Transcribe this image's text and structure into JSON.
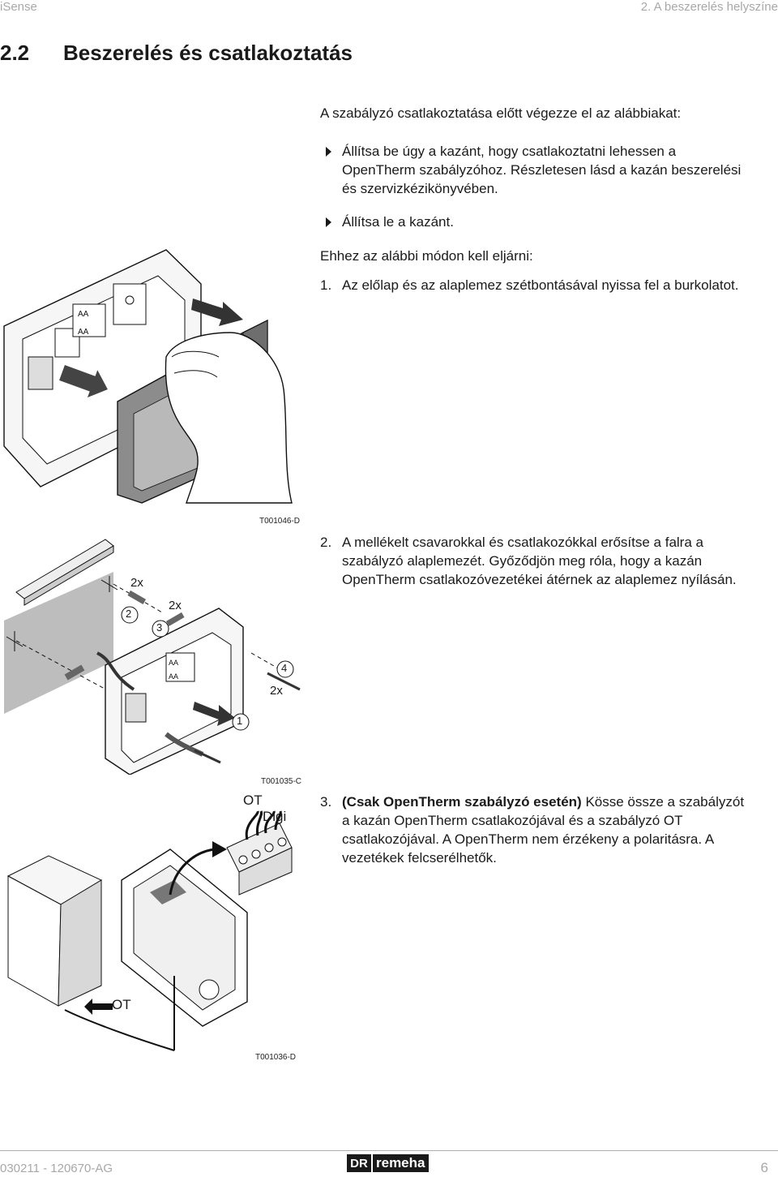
{
  "header": {
    "left": "iSense",
    "right": "2.  A beszerelés helyszíne"
  },
  "section": {
    "number": "2.2",
    "title": "Beszerelés és csatlakoztatás"
  },
  "intro": "A szabályzó csatlakoztatása előtt végezze el az alábbiakat:",
  "bullets": [
    {
      "lines": [
        "Állítsa be úgy a kazánt, hogy csatlakoztatni lehessen a",
        "OpenTherm szabályzóhoz. Részletesen lásd a kazán beszerelési",
        "és szervizkézikönyvében."
      ]
    },
    {
      "lines": [
        "Állítsa le a kazánt."
      ]
    }
  ],
  "procedure_intro": "Ehhez az alábbi módon kell eljárni:",
  "steps": [
    {
      "number": "1.",
      "lines": [
        "Az előlap és az alaplemez szétbontásával nyissa fel a burkolatot."
      ]
    },
    {
      "number": "2.",
      "lines": [
        "A mellékelt csavarokkal és csatlakozókkal erősítse a falra a",
        "szabályzó alaplemezét. Győződjön meg róla, hogy a kazán",
        "OpenTherm csatlakozóvezetékei átérnek az alaplemez nyílásán."
      ]
    },
    {
      "number": "3.",
      "bold_lead": "(Csak OpenTherm szabályzó esetén)",
      "lead_rest": " Kösse össze a szabályzót",
      "lines": [
        "a kazán OpenTherm csatlakozójával és a szabályzó OT",
        "csatlakozójával. A OpenTherm nem érzékeny a polaritásra. A",
        "vezetékek felcserélhetők."
      ]
    }
  ],
  "figures": {
    "fig1": {
      "code": "T001046-D"
    },
    "fig2": {
      "code": "T001035-C",
      "labels": {
        "two_x_a": "2x",
        "two_x_b": "2x",
        "two_x_c": "2x",
        "n1": "1",
        "n2": "2",
        "n3": "3",
        "n4": "4"
      }
    },
    "fig3": {
      "code": "T001036-D",
      "labels": {
        "ot_top": "OT",
        "digi": "Digi",
        "ot_arrow": "OT"
      }
    }
  },
  "footer": {
    "doc_code": "030211  - 120670-AG",
    "brand_mark": "DR",
    "brand": "remeha",
    "page": "6"
  },
  "colors": {
    "header_gray": "#a8a8a8",
    "panel_gray": "#8c8c8c",
    "wall_gray": "#bdbdbd"
  }
}
